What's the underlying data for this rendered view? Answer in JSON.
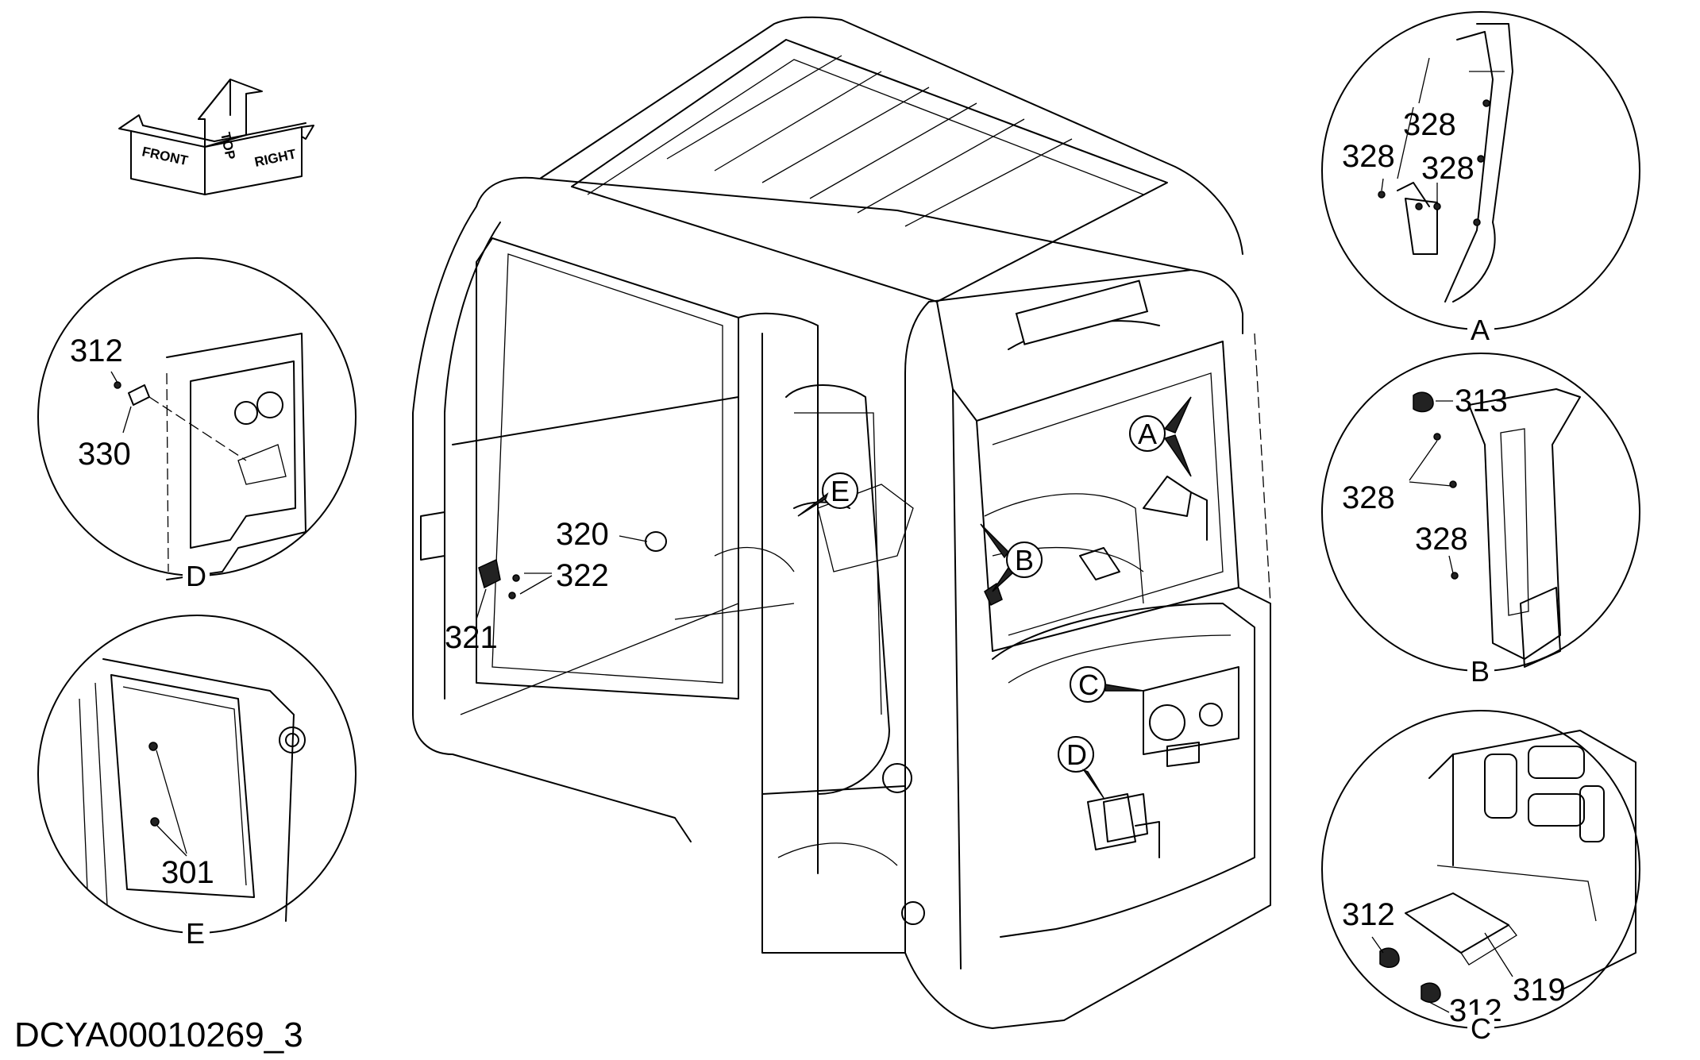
{
  "drawing_code": "DCYA00010269_3",
  "orientation_labels": [
    "FRONT",
    "TOP",
    "RIGHT"
  ],
  "main_callouts": {
    "c320": "320",
    "c321": "321",
    "c322": "322",
    "ref_a": "A",
    "ref_b": "B",
    "ref_c": "C",
    "ref_d": "D",
    "ref_e": "E"
  },
  "details": {
    "a": {
      "caption": "A",
      "labels": [
        "328",
        "328",
        "328"
      ]
    },
    "b": {
      "caption": "B",
      "labels": [
        "313",
        "328",
        "328"
      ]
    },
    "c": {
      "caption": "C",
      "labels": [
        "312",
        "312",
        "319"
      ]
    },
    "d": {
      "caption": "D",
      "labels": [
        "312",
        "330"
      ]
    },
    "e": {
      "caption": "E",
      "labels": [
        "301"
      ]
    }
  }
}
